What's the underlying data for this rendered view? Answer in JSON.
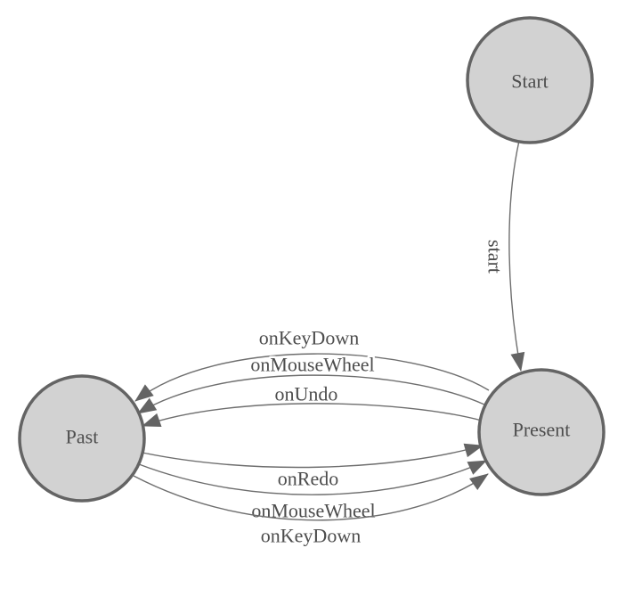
{
  "diagram": {
    "type": "finite-state-machine",
    "colors": {
      "background": "#ffffff",
      "node_fill": "#d2d2d2",
      "node_stroke": "#646464",
      "edge_line": "#6e6e6e",
      "arrowhead": "#646464",
      "text": "#4d4d4d"
    },
    "nodes": [
      {
        "id": "start",
        "label": "Start"
      },
      {
        "id": "past",
        "label": "Past"
      },
      {
        "id": "present",
        "label": "Present"
      }
    ],
    "edges": [
      {
        "from": "start",
        "to": "present",
        "label": "start"
      },
      {
        "from": "present",
        "to": "past",
        "label": "onKeyDown"
      },
      {
        "from": "present",
        "to": "past",
        "label": "onMouseWheel"
      },
      {
        "from": "present",
        "to": "past",
        "label": "onUndo"
      },
      {
        "from": "past",
        "to": "present",
        "label": "onRedo"
      },
      {
        "from": "past",
        "to": "present",
        "label": "onMouseWheel"
      },
      {
        "from": "past",
        "to": "present",
        "label": "onKeyDown"
      }
    ]
  }
}
